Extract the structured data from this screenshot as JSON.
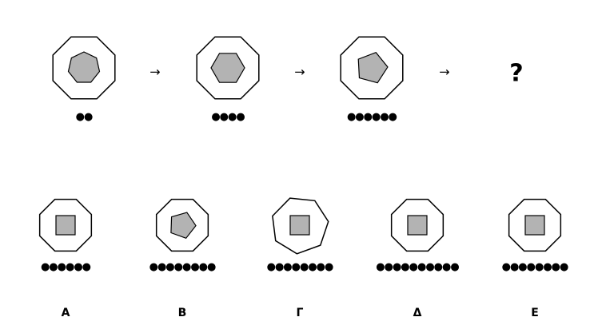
{
  "sequence": [
    {
      "outer_shape": "octagon",
      "inner_shape": "heptagon",
      "dot_count": 2
    },
    {
      "outer_shape": "octagon",
      "inner_shape": "hexagon",
      "dot_count": 4
    },
    {
      "outer_shape": "octagon",
      "inner_shape": "pentagon",
      "dot_count": 6
    }
  ],
  "arrow_symbol": "→",
  "question_mark": "?",
  "options": [
    {
      "label": "Α",
      "outer_shape": "octagon",
      "inner_shape": "square",
      "dot_count": 6
    },
    {
      "label": "Β",
      "outer_shape": "octagon",
      "inner_shape": "pentagon",
      "dot_count": 8
    },
    {
      "label": "Γ",
      "outer_shape": "heptagon",
      "inner_shape": "square",
      "dot_count": 8
    },
    {
      "label": "Δ",
      "outer_shape": "octagon",
      "inner_shape": "square",
      "dot_count": 10
    },
    {
      "label": "Ε",
      "outer_shape": "octagon",
      "inner_shape": "square",
      "dot_count": 8
    }
  ],
  "colors": {
    "inner_fill": "#b3b3b3",
    "stroke": "#000000",
    "background": "#ffffff"
  }
}
